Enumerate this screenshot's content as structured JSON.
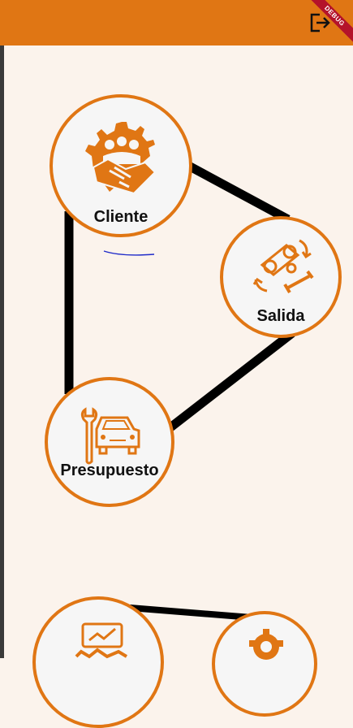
{
  "appbar": {
    "banner": "DEBUG",
    "logout_icon": "logout-icon"
  },
  "nodes": {
    "cliente": {
      "label": "Cliente",
      "icon": "handshake-gear-icon"
    },
    "salida": {
      "label": "Salida",
      "icon": "engine-wrench-icon"
    },
    "presupuesto": {
      "label": "Presupuesto",
      "icon": "car-wrench-icon"
    },
    "node4": {
      "icon": "chart-screen-icon"
    },
    "node5": {
      "icon": "gear-wrench-icon"
    }
  },
  "colors": {
    "accent": "#e07614",
    "background": "#fbf3ec",
    "line": "#000000",
    "debug": "#b4132a"
  }
}
